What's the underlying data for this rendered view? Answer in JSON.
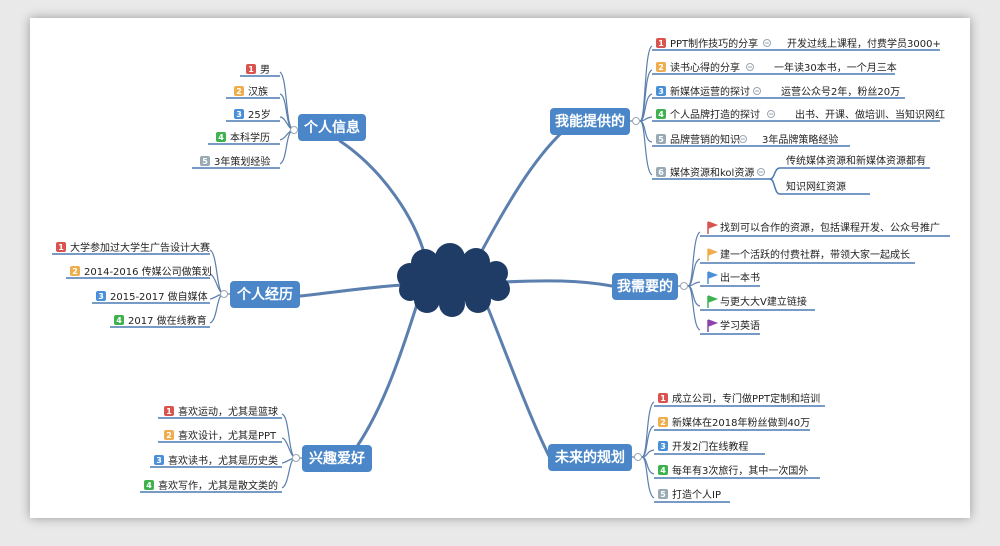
{
  "colors": {
    "connector": "#5b7fae",
    "branch_fill": "#4a86c8",
    "center_fill": "#1f3c66",
    "underline": "#4a7ab0",
    "badge_1": "#d9534f",
    "badge_2": "#f0ad4e",
    "badge_3": "#4a90d9",
    "badge_4": "#3fb24f",
    "badge_5": "#99aab5",
    "flag_red": "#d9534f",
    "flag_orange": "#f0ad4e",
    "flag_blue": "#4a90d9",
    "flag_green": "#3fb24f",
    "flag_purple": "#8e44ad"
  },
  "branches": {
    "personal_info": {
      "label": "个人信息",
      "items": [
        {
          "badge": "1",
          "text": "男"
        },
        {
          "badge": "2",
          "text": "汉族"
        },
        {
          "badge": "3",
          "text": "25岁"
        },
        {
          "badge": "4",
          "text": "本科学历"
        },
        {
          "badge": "5",
          "text": "3年策划经验"
        }
      ]
    },
    "experience": {
      "label": "个人经历",
      "items": [
        {
          "badge": "1",
          "text": "大学参加过大学生广告设计大赛"
        },
        {
          "badge": "2",
          "text": "2014-2016 传媒公司做策划"
        },
        {
          "badge": "3",
          "text": "2015-2017 做自媒体"
        },
        {
          "badge": "4",
          "text": "2017 做在线教育"
        }
      ]
    },
    "hobbies": {
      "label": "兴趣爱好",
      "items": [
        {
          "badge": "1",
          "text": "喜欢运动，尤其是篮球"
        },
        {
          "badge": "2",
          "text": "喜欢设计，尤其是PPT"
        },
        {
          "badge": "3",
          "text": "喜欢读书，尤其是历史类"
        },
        {
          "badge": "4",
          "text": "喜欢写作，尤其是散文类的"
        }
      ]
    },
    "can_offer": {
      "label": "我能提供的",
      "items": [
        {
          "badge": "1",
          "text": "PPT制作技巧的分享",
          "detail": "开发过线上课程，付费学员3000+"
        },
        {
          "badge": "2",
          "text": "读书心得的分享",
          "detail": "一年读30本书，一个月三本"
        },
        {
          "badge": "3",
          "text": "新媒体运营的探讨",
          "detail": "运营公众号2年，粉丝20万"
        },
        {
          "badge": "4",
          "text": "个人品牌打造的探讨",
          "detail": "出书、开课、做培训、当知识网红"
        },
        {
          "badge": "5",
          "text": "品牌营销的知识",
          "detail": "3年品牌策略经验"
        },
        {
          "badge": "6",
          "text": "媒体资源和kol资源",
          "details": [
            "传统媒体资源和新媒体资源都有",
            "知识网红资源"
          ]
        }
      ]
    },
    "needs": {
      "label": "我需要的",
      "items": [
        {
          "flag": "red",
          "text": "找到可以合作的资源，包括课程开发、公众号推广"
        },
        {
          "flag": "orange",
          "text": "建一个活跃的付费社群，带领大家一起成长"
        },
        {
          "flag": "blue",
          "text": "出一本书"
        },
        {
          "flag": "green",
          "text": "与更大大V建立链接"
        },
        {
          "flag": "purple",
          "text": "学习英语"
        }
      ]
    },
    "plans": {
      "label": "未来的规划",
      "items": [
        {
          "badge": "1",
          "text": "成立公司，专门做PPT定制和培训"
        },
        {
          "badge": "2",
          "text": "新媒体在2018年粉丝做到40万"
        },
        {
          "badge": "3",
          "text": "开发2门在线教程"
        },
        {
          "badge": "4",
          "text": "每年有3次旅行，其中一次国外"
        },
        {
          "badge": "5",
          "text": "打造个人IP"
        }
      ]
    }
  }
}
